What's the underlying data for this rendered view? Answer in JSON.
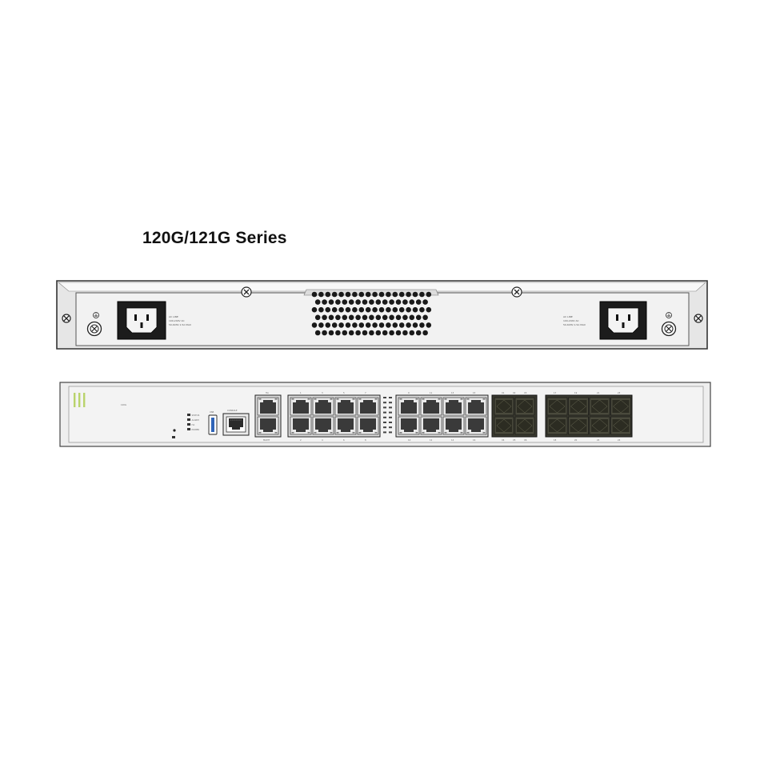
{
  "title": "120G/121G Series",
  "rear_panel": {
    "psu_left_label": [
      "AC LINE",
      "100-240V AC",
      "50-60Hz 1.5A MAX"
    ],
    "psu_right_label": [
      "AC LINE",
      "100-240V AC",
      "50-60Hz 1.5A MAX"
    ]
  },
  "front_panel": {
    "model": "120G",
    "leds": [
      "STATUS",
      "ALARM",
      "HA",
      "POWER"
    ],
    "usb_label": "USB",
    "console_label": "CONSOLE",
    "mgmt_label_top": "HA",
    "mgmt_label_bottom": "MGMT",
    "rj45_top_labels": [
      "1",
      "3",
      "5",
      "7",
      "9",
      "11",
      "13",
      "15"
    ],
    "rj45_bottom_labels": [
      "2",
      "4",
      "6",
      "8",
      "10",
      "12",
      "14",
      "16"
    ],
    "sfp_small_top": [
      "X1",
      "X2",
      "X3"
    ],
    "sfp_small_bottom": [
      "X4",
      "X5",
      "X6"
    ],
    "sfp_big_top": [
      "17",
      "19",
      "21",
      "23"
    ],
    "sfp_big_bottom": [
      "18",
      "20",
      "22",
      "24"
    ]
  },
  "colors": {
    "chassis": "#eeeeee",
    "outline": "#333333",
    "port_dark": "#2e2e2e",
    "logo_green": "#b9d36b"
  }
}
